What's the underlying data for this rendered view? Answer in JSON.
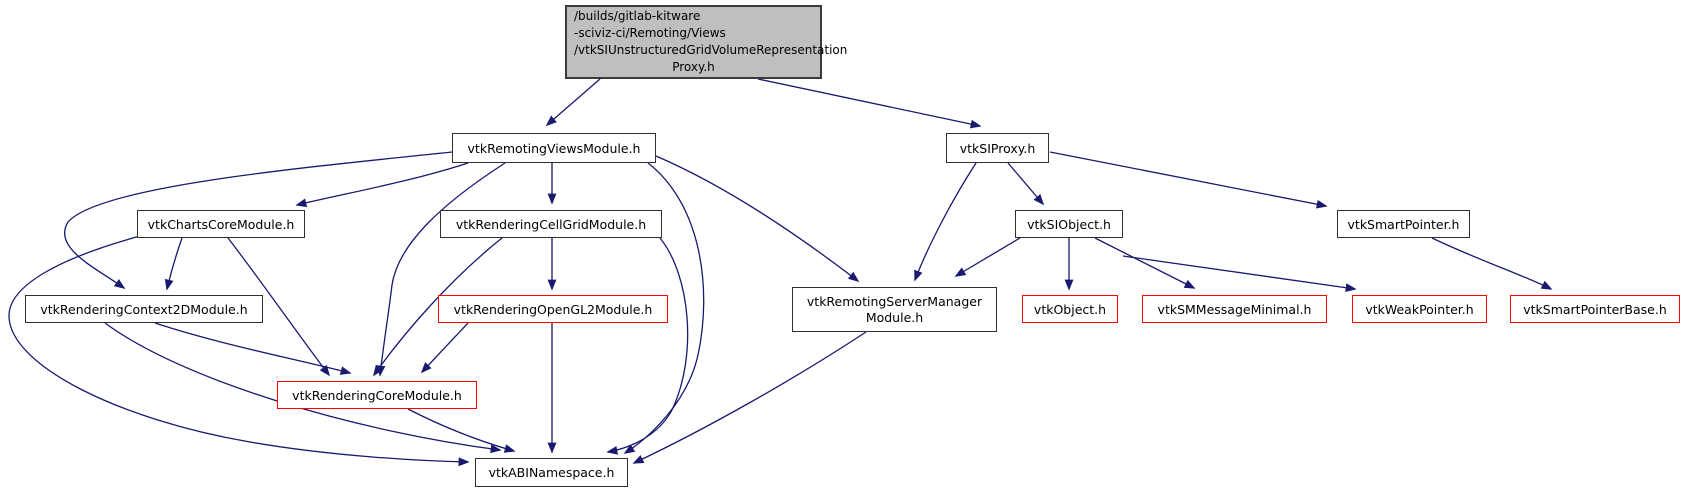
{
  "diagram": {
    "type": "include-dependency-graph",
    "background_color": "#ffffff",
    "edge_color": "#191970",
    "node_border_color": "#2f2f2f",
    "truncated_border_color": "#ff0000",
    "root_fill_color": "#bfbfbf",
    "nodes": {
      "root": {
        "lines": [
          "/builds/gitlab-kitware",
          "-sciviz-ci/Remoting/Views",
          "/vtkSIUnstructuredGridVolumeRepresentation",
          "Proxy.h"
        ]
      },
      "remotingViews": {
        "label": "vtkRemotingViewsModule.h"
      },
      "siProxy": {
        "label": "vtkSIProxy.h"
      },
      "chartsCore": {
        "label": "vtkChartsCoreModule.h"
      },
      "cellGrid": {
        "label": "vtkRenderingCellGridModule.h"
      },
      "siObject": {
        "label": "vtkSIObject.h"
      },
      "smartPointer": {
        "label": "vtkSmartPointer.h"
      },
      "context2d": {
        "label": "vtkRenderingContext2DModule.h"
      },
      "openGL2": {
        "label": "vtkRenderingOpenGL2Module.h"
      },
      "serverManager": {
        "lines": [
          "vtkRemotingServerManager",
          "Module.h"
        ]
      },
      "vtkObject": {
        "label": "vtkObject.h"
      },
      "smMessageMinimal": {
        "label": "vtkSMMessageMinimal.h"
      },
      "weakPointer": {
        "label": "vtkWeakPointer.h"
      },
      "smartPointerBase": {
        "label": "vtkSmartPointerBase.h"
      },
      "coreModule": {
        "label": "vtkRenderingCoreModule.h"
      },
      "abiNamespace": {
        "label": "vtkABINamespace.h"
      }
    },
    "edges": [
      {
        "from": "root",
        "to": "remotingViews"
      },
      {
        "from": "root",
        "to": "siProxy"
      },
      {
        "from": "remotingViews",
        "to": "chartsCore"
      },
      {
        "from": "remotingViews",
        "to": "cellGrid"
      },
      {
        "from": "remotingViews",
        "to": "context2d"
      },
      {
        "from": "remotingViews",
        "to": "coreModule"
      },
      {
        "from": "remotingViews",
        "to": "serverManager"
      },
      {
        "from": "remotingViews",
        "to": "abiNamespace"
      },
      {
        "from": "chartsCore",
        "to": "context2d"
      },
      {
        "from": "chartsCore",
        "to": "coreModule"
      },
      {
        "from": "chartsCore",
        "to": "abiNamespace"
      },
      {
        "from": "cellGrid",
        "to": "openGL2"
      },
      {
        "from": "cellGrid",
        "to": "coreModule"
      },
      {
        "from": "cellGrid",
        "to": "abiNamespace"
      },
      {
        "from": "context2d",
        "to": "coreModule"
      },
      {
        "from": "context2d",
        "to": "abiNamespace"
      },
      {
        "from": "openGL2",
        "to": "coreModule"
      },
      {
        "from": "openGL2",
        "to": "abiNamespace"
      },
      {
        "from": "coreModule",
        "to": "abiNamespace"
      },
      {
        "from": "serverManager",
        "to": "abiNamespace"
      },
      {
        "from": "siProxy",
        "to": "serverManager"
      },
      {
        "from": "siProxy",
        "to": "siObject"
      },
      {
        "from": "siProxy",
        "to": "smartPointer"
      },
      {
        "from": "siObject",
        "to": "serverManager"
      },
      {
        "from": "siObject",
        "to": "vtkObject"
      },
      {
        "from": "siObject",
        "to": "smMessageMinimal"
      },
      {
        "from": "siObject",
        "to": "weakPointer"
      },
      {
        "from": "smartPointer",
        "to": "smartPointerBase"
      }
    ]
  }
}
